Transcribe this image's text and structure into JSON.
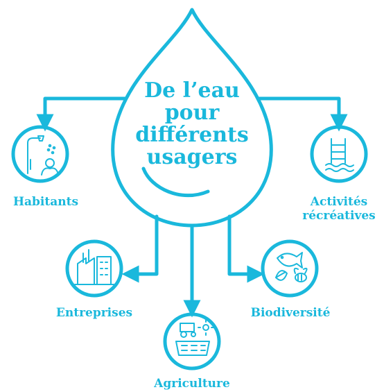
{
  "colors": {
    "accent": "#1ab8dc",
    "background": "#ffffff"
  },
  "title": {
    "line1": "De l’eau",
    "line2": "pour",
    "line3": "différents",
    "line4": "usagers"
  },
  "usages": [
    {
      "label": "Habitants",
      "icon": "shower-person-icon"
    },
    {
      "label": "Activités",
      "label2": "récréatives",
      "icon": "pool-ladder-icon"
    },
    {
      "label": "Entreprises",
      "icon": "factory-icon"
    },
    {
      "label": "Agriculture",
      "icon": "tractor-field-icon"
    },
    {
      "label": "Biodiversité",
      "icon": "fish-leaf-bee-icon"
    }
  ]
}
